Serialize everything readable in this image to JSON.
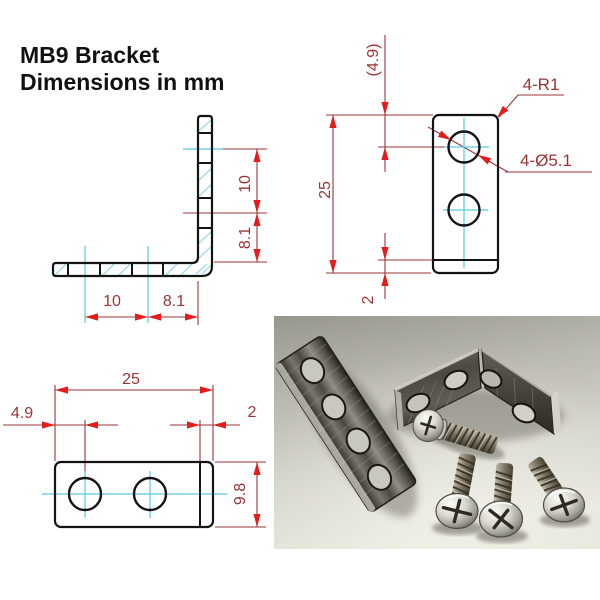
{
  "title": {
    "line1": "MB9 Bracket",
    "line2": "Dimensions in mm"
  },
  "colors": {
    "outline": "#141414",
    "dimension_line": "#9a3434",
    "arrow": "#e41c1c",
    "centerline": "#58cadd",
    "hatch": "#a5dde8",
    "background": "#ffffff",
    "photo_background": "#c6c5bd"
  },
  "side_view": {
    "dim_vertical_upper": "10",
    "dim_vertical_lower": "8.1",
    "dim_horizontal_left": "10",
    "dim_horizontal_right": "8.1"
  },
  "front_view": {
    "dim_length": "25",
    "dim_hole_offset": "(4.9)",
    "dim_thickness": "2",
    "label_corner_radius": "4-R1",
    "label_hole_diameter": "4-Ø5.1"
  },
  "top_view": {
    "dim_length": "25",
    "dim_hole_offset": "4.9",
    "dim_thickness": "2",
    "dim_width": "9.8"
  }
}
